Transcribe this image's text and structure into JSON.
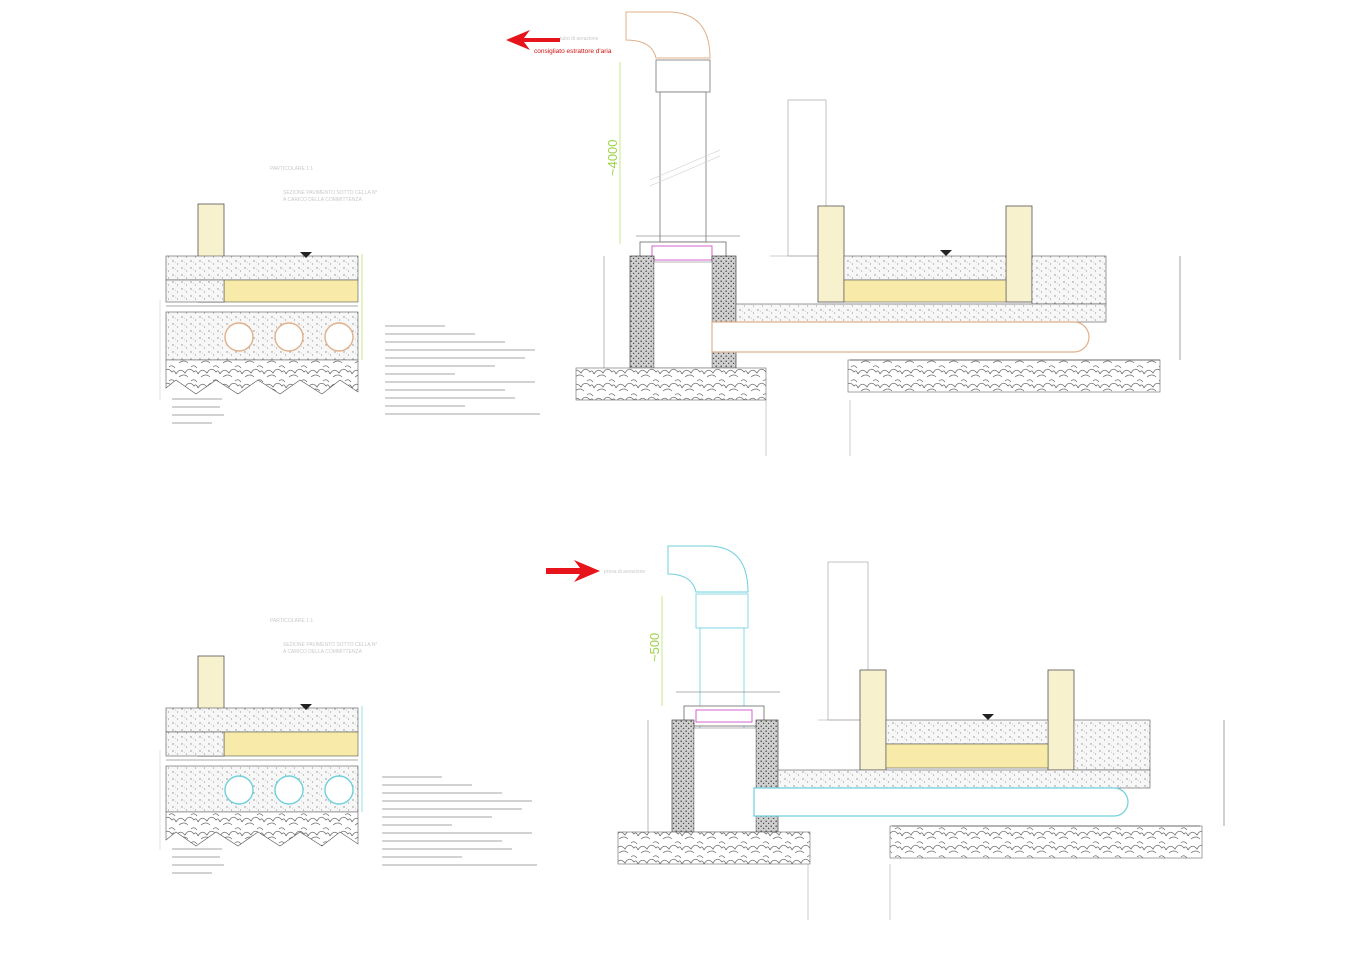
{
  "colors": {
    "arrow": "#e8141b",
    "pipe_top": "#e0b08a",
    "pipe_bottom": "#6fd0de",
    "insulation": "#f7f1cd",
    "screed": "#f8eaa9",
    "dim_green": "#b9e26a",
    "dim_cyan": "#7fd9e0",
    "line": "#444444",
    "faint_text": "#c9c9c9"
  },
  "detail_top": {
    "vent_label": "consigliato  estrattore  d'aria",
    "height_dimension": "~4000"
  },
  "detail_bottom": {
    "height_dimension": "~500"
  }
}
